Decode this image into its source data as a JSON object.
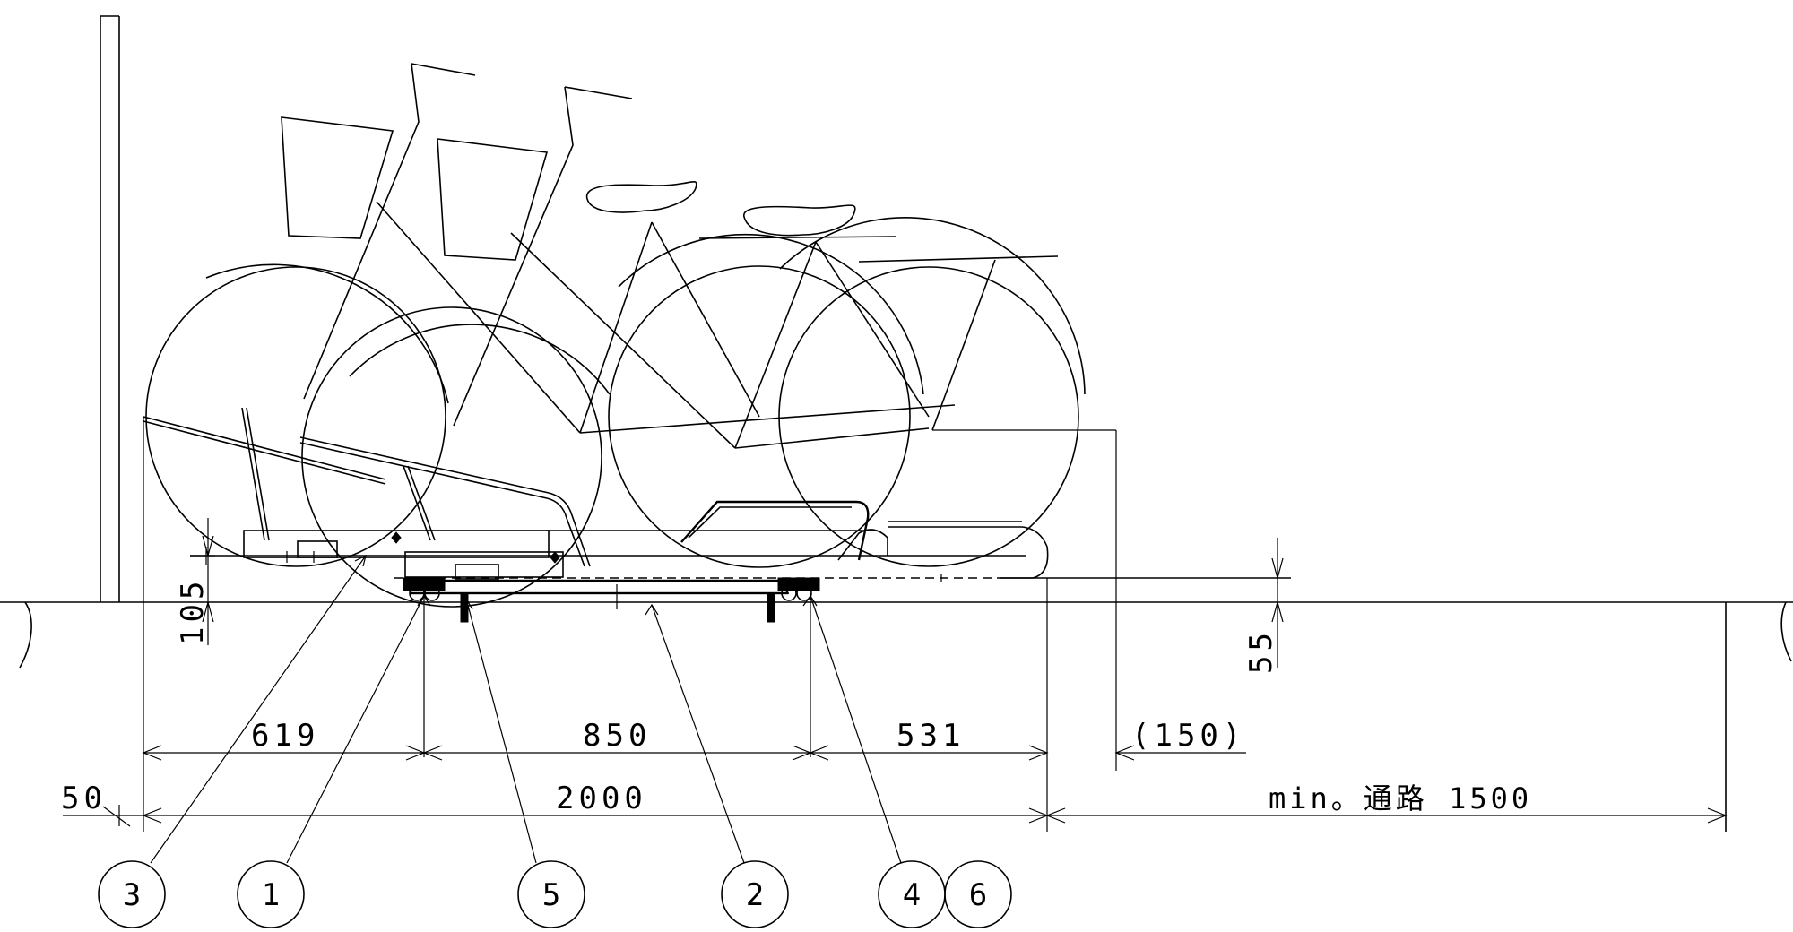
{
  "dimensions": {
    "left_seg": "619",
    "mid_seg": "850",
    "right_seg": "531",
    "overhang": "(150)",
    "total": "2000",
    "wall_gap": "50",
    "aisle": "min。通路 1500",
    "height_left": "105",
    "height_right": "55"
  },
  "callouts": [
    {
      "id": "callout-3",
      "label": "3"
    },
    {
      "id": "callout-1",
      "label": "1"
    },
    {
      "id": "callout-5",
      "label": "5"
    },
    {
      "id": "callout-2",
      "label": "2"
    },
    {
      "id": "callout-4",
      "label": "4"
    },
    {
      "id": "callout-6",
      "label": "6"
    }
  ],
  "colors": {
    "line": "#000000",
    "background": "#ffffff"
  }
}
